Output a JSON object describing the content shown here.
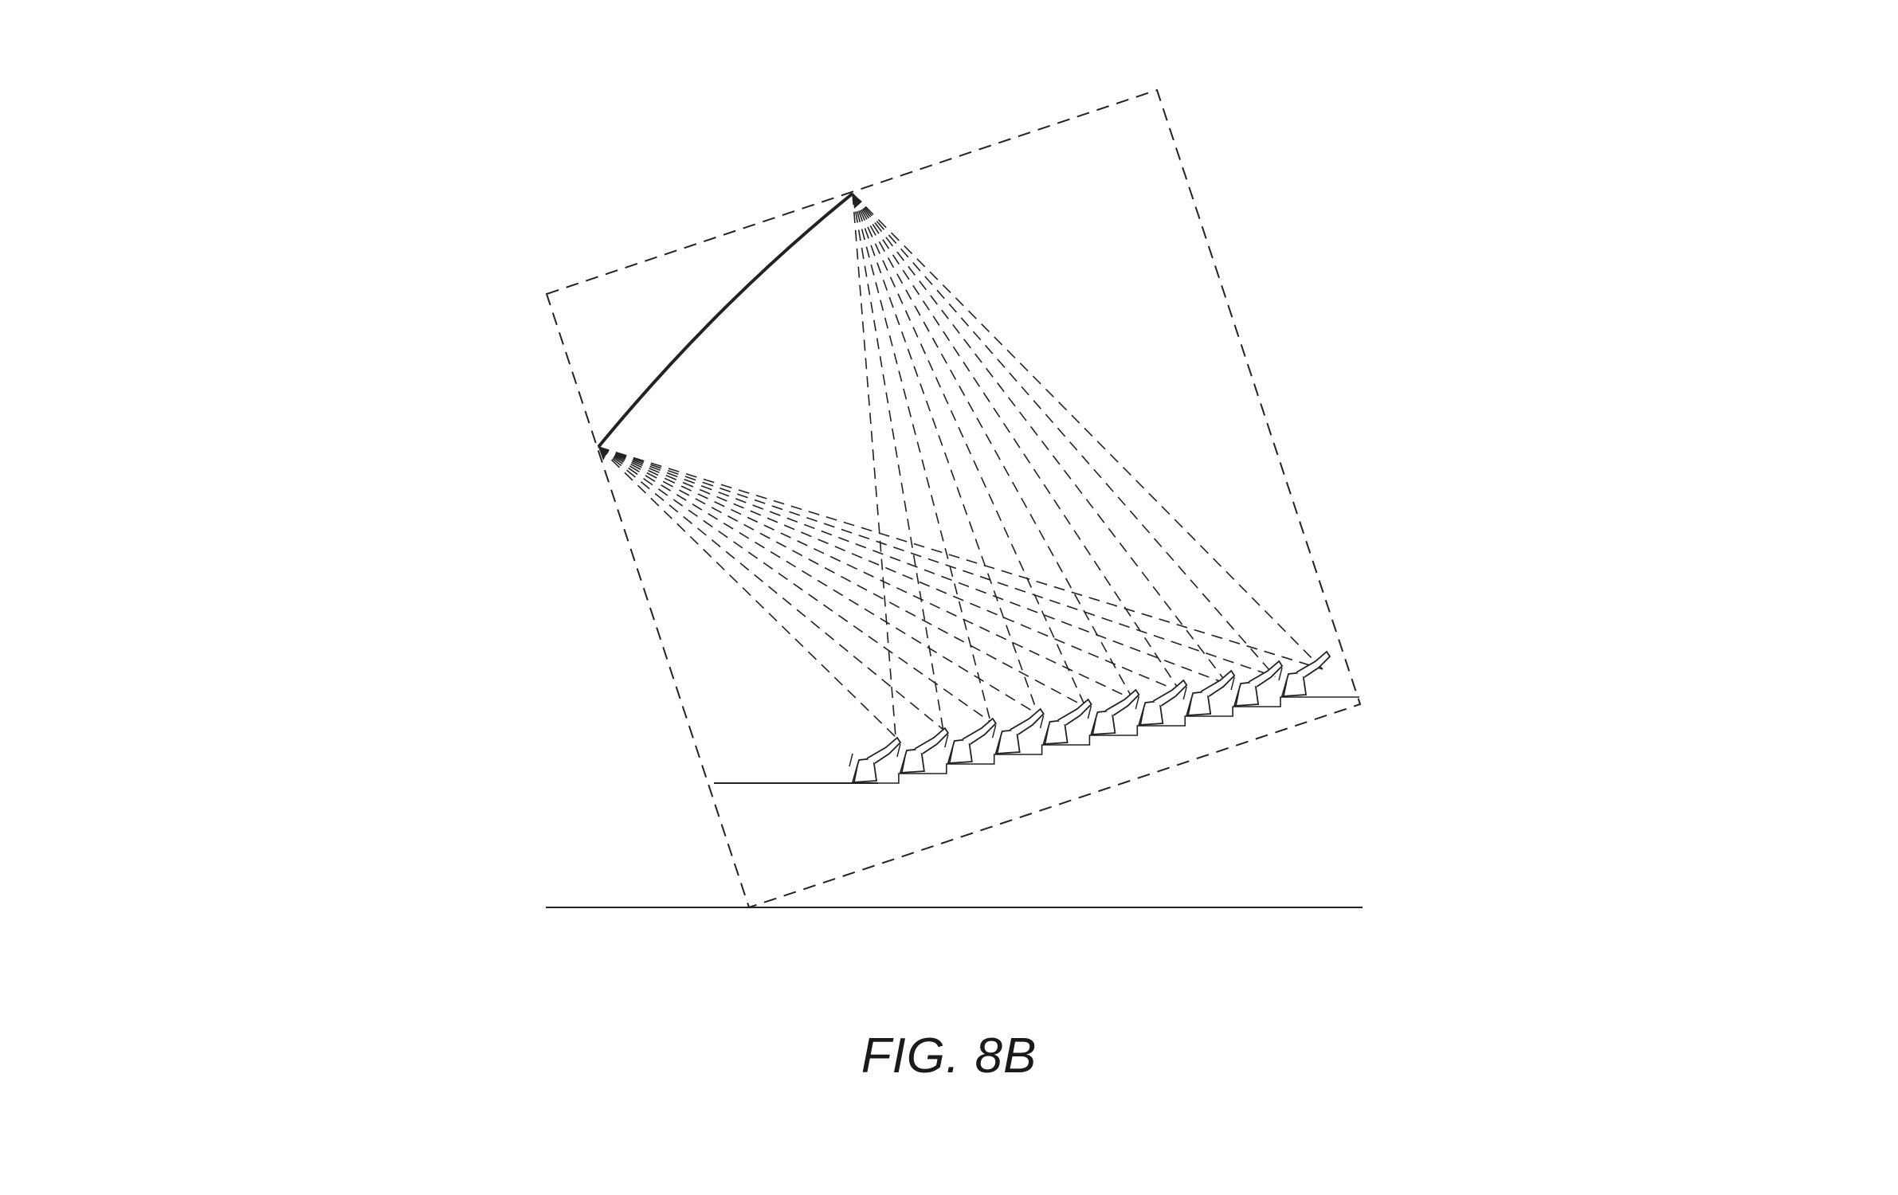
{
  "figure": {
    "caption": "FIG. 8B",
    "stroke_color": "#222222",
    "background_color": "#ffffff",
    "seat_count": 10,
    "projector_count": 2
  }
}
